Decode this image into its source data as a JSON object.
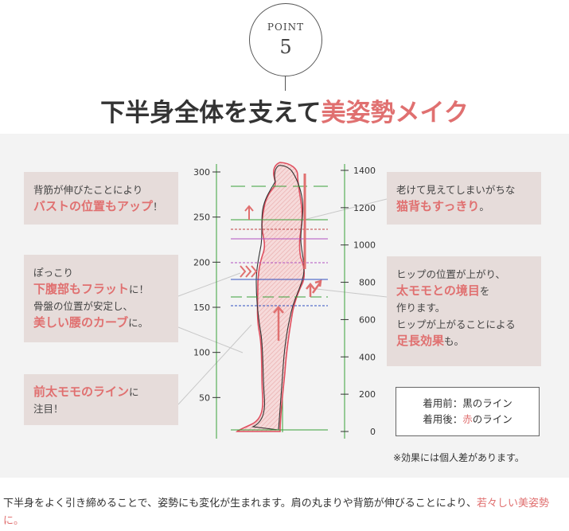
{
  "badge": {
    "label": "POINT",
    "number": "5"
  },
  "title": {
    "part1": "下半身全体を支えて",
    "accent": "美姿勢メイク"
  },
  "callouts": {
    "bust": {
      "line1": "背筋が伸びたことにより",
      "highlight": "バストの位置もアップ",
      "tail": "！"
    },
    "belly": {
      "line1": "ぽっこり",
      "highlight1": "下腹部もフラット",
      "tail1": "に！",
      "line3": "骨盤の位置が安定し、",
      "highlight2": "美しい腰のカーブ",
      "tail2": "に。"
    },
    "thigh": {
      "highlight": "前太モモのライン",
      "tail1": "に",
      "line2": "注目！"
    },
    "back": {
      "line1": "老けて見えてしまいがちな",
      "highlight": "猫背もすっきり",
      "tail": "。"
    },
    "hip": {
      "line1": "ヒップの位置が上がり、",
      "highlight1": "太モモとの境目",
      "tail1": "を",
      "line3": "作ります。",
      "line4": "ヒップが上がることによる",
      "highlight2": "足長効果",
      "tail2": "も。"
    }
  },
  "chart_data": {
    "type": "diagram",
    "left_axis": {
      "ticks": [
        300,
        250,
        200,
        150,
        100,
        50
      ]
    },
    "right_axis": {
      "ticks": [
        1400,
        1200,
        1000,
        800,
        600,
        400,
        200,
        0
      ]
    }
  },
  "legend": {
    "before": "着用前：黒のライン",
    "after_prefix": "着用後：",
    "after_red": "赤",
    "after_suffix": "のライン"
  },
  "note": "※効果には個人差があります。",
  "footer": {
    "text": "下半身をよく引き締めることで、姿勢にも変化が生まれます。肩の丸まりや背筋が伸びることにより、",
    "accent": "若々しい美姿勢に。"
  },
  "colors": {
    "accent": "#e07070",
    "green": "#3aa03a",
    "purple": "#b050c0",
    "blue": "#3050c0"
  }
}
